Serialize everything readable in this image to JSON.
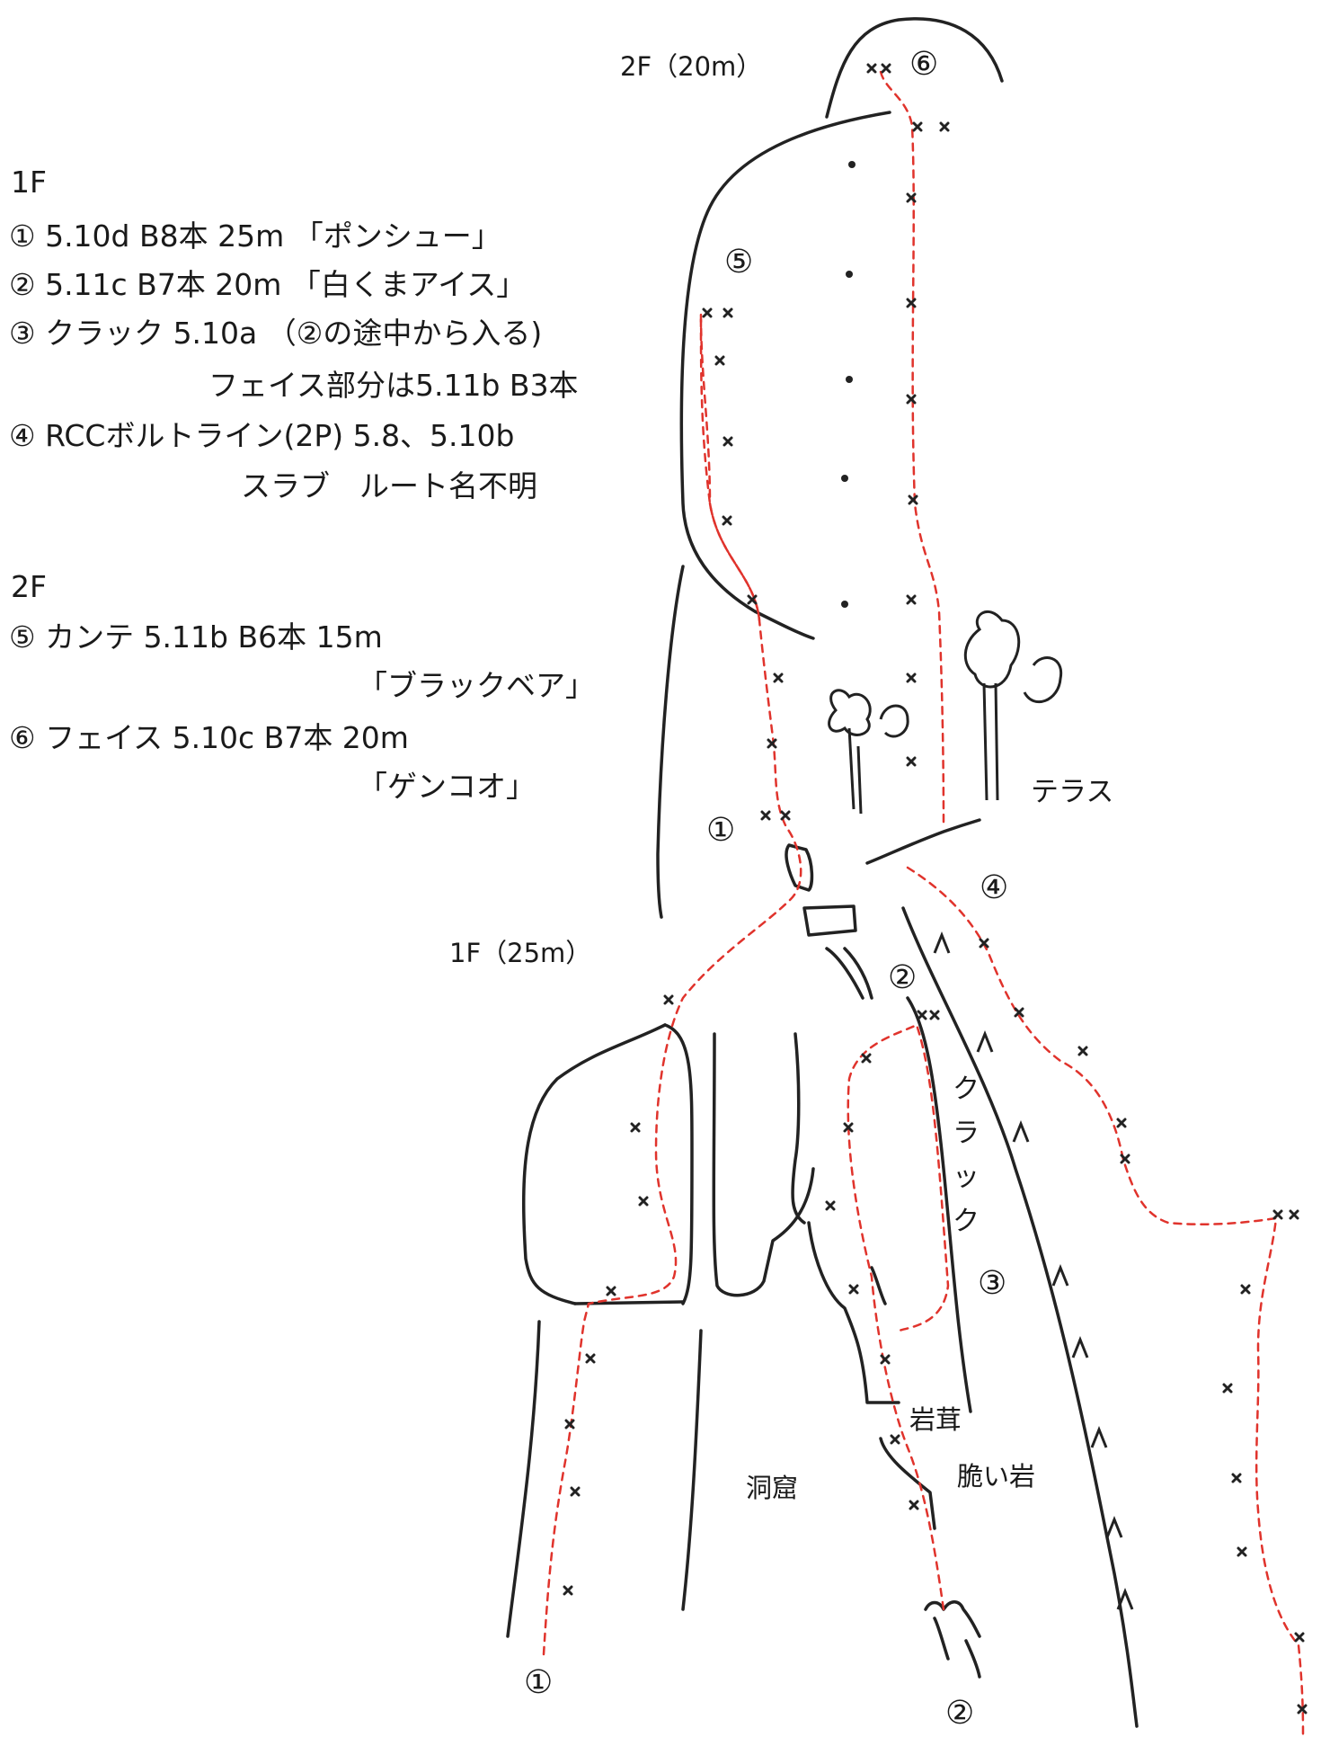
{
  "legend_1f": {
    "heading": "1F",
    "r1": "① 5.10d B8本 25m 「ポンシュー」",
    "r2": "② 5.11c B7本 20m 「白くまアイス」",
    "r3": "③ クラック 5.10a （②の途中から入る)",
    "r3b": "フェイス部分は5.11b B3本",
    "r4": "④ RCCボルトライン(2P) 5.8、5.10b",
    "r4b": "スラブ　ルート名不明"
  },
  "legend_2f": {
    "heading": "2F",
    "r5": "⑤ カンテ 5.11b B6本 15m",
    "r5b": "「ブラックベア」",
    "r6": "⑥ フェイス 5.10c B7本 20m",
    "r6b": "「ゲンコオ」"
  },
  "topo": {
    "pitch2": "2F（20m）",
    "pitch1": "1F（25m）",
    "terrace": "テラス",
    "crack": [
      "ク",
      "ラ",
      "ッ",
      "ク"
    ],
    "iwatake": "岩茸",
    "cave": "洞窟",
    "loose_rock": "脆い岩",
    "marker1_top": "①",
    "marker1_bottom": "①",
    "marker2_mid": "②",
    "marker2_bottom": "②",
    "marker3": "③",
    "marker4": "④",
    "marker5": "⑤",
    "marker6": "⑥"
  },
  "colors": {
    "rock": "#222222",
    "route": "#e0332c",
    "bolt": "#222222"
  }
}
